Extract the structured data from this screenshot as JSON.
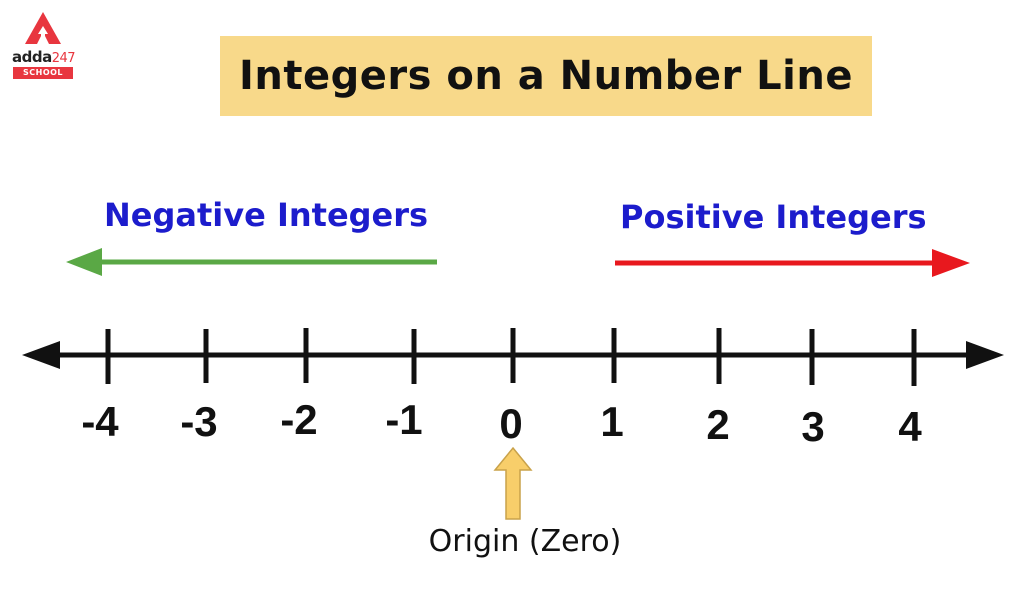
{
  "logo": {
    "brand": "adda",
    "number": "247",
    "sub": "SCHOOL",
    "color": "#e8363f"
  },
  "title": "Integers on a Number Line",
  "title_bg": "#f8d98a",
  "negative": {
    "label": "Negative Integers",
    "arrow_color": "#5aa845",
    "direction": "left"
  },
  "positive": {
    "label": "Positive Integers",
    "arrow_color": "#e8181e",
    "direction": "right"
  },
  "number_line": {
    "ticks": [
      "-4",
      "-3",
      "-2",
      "-1",
      "0",
      "1",
      "2",
      "3",
      "4"
    ],
    "arrows": "both-ends"
  },
  "origin": {
    "label": "Origin (Zero)",
    "arrow_color": "#f8ce6a",
    "points_to": "0"
  }
}
